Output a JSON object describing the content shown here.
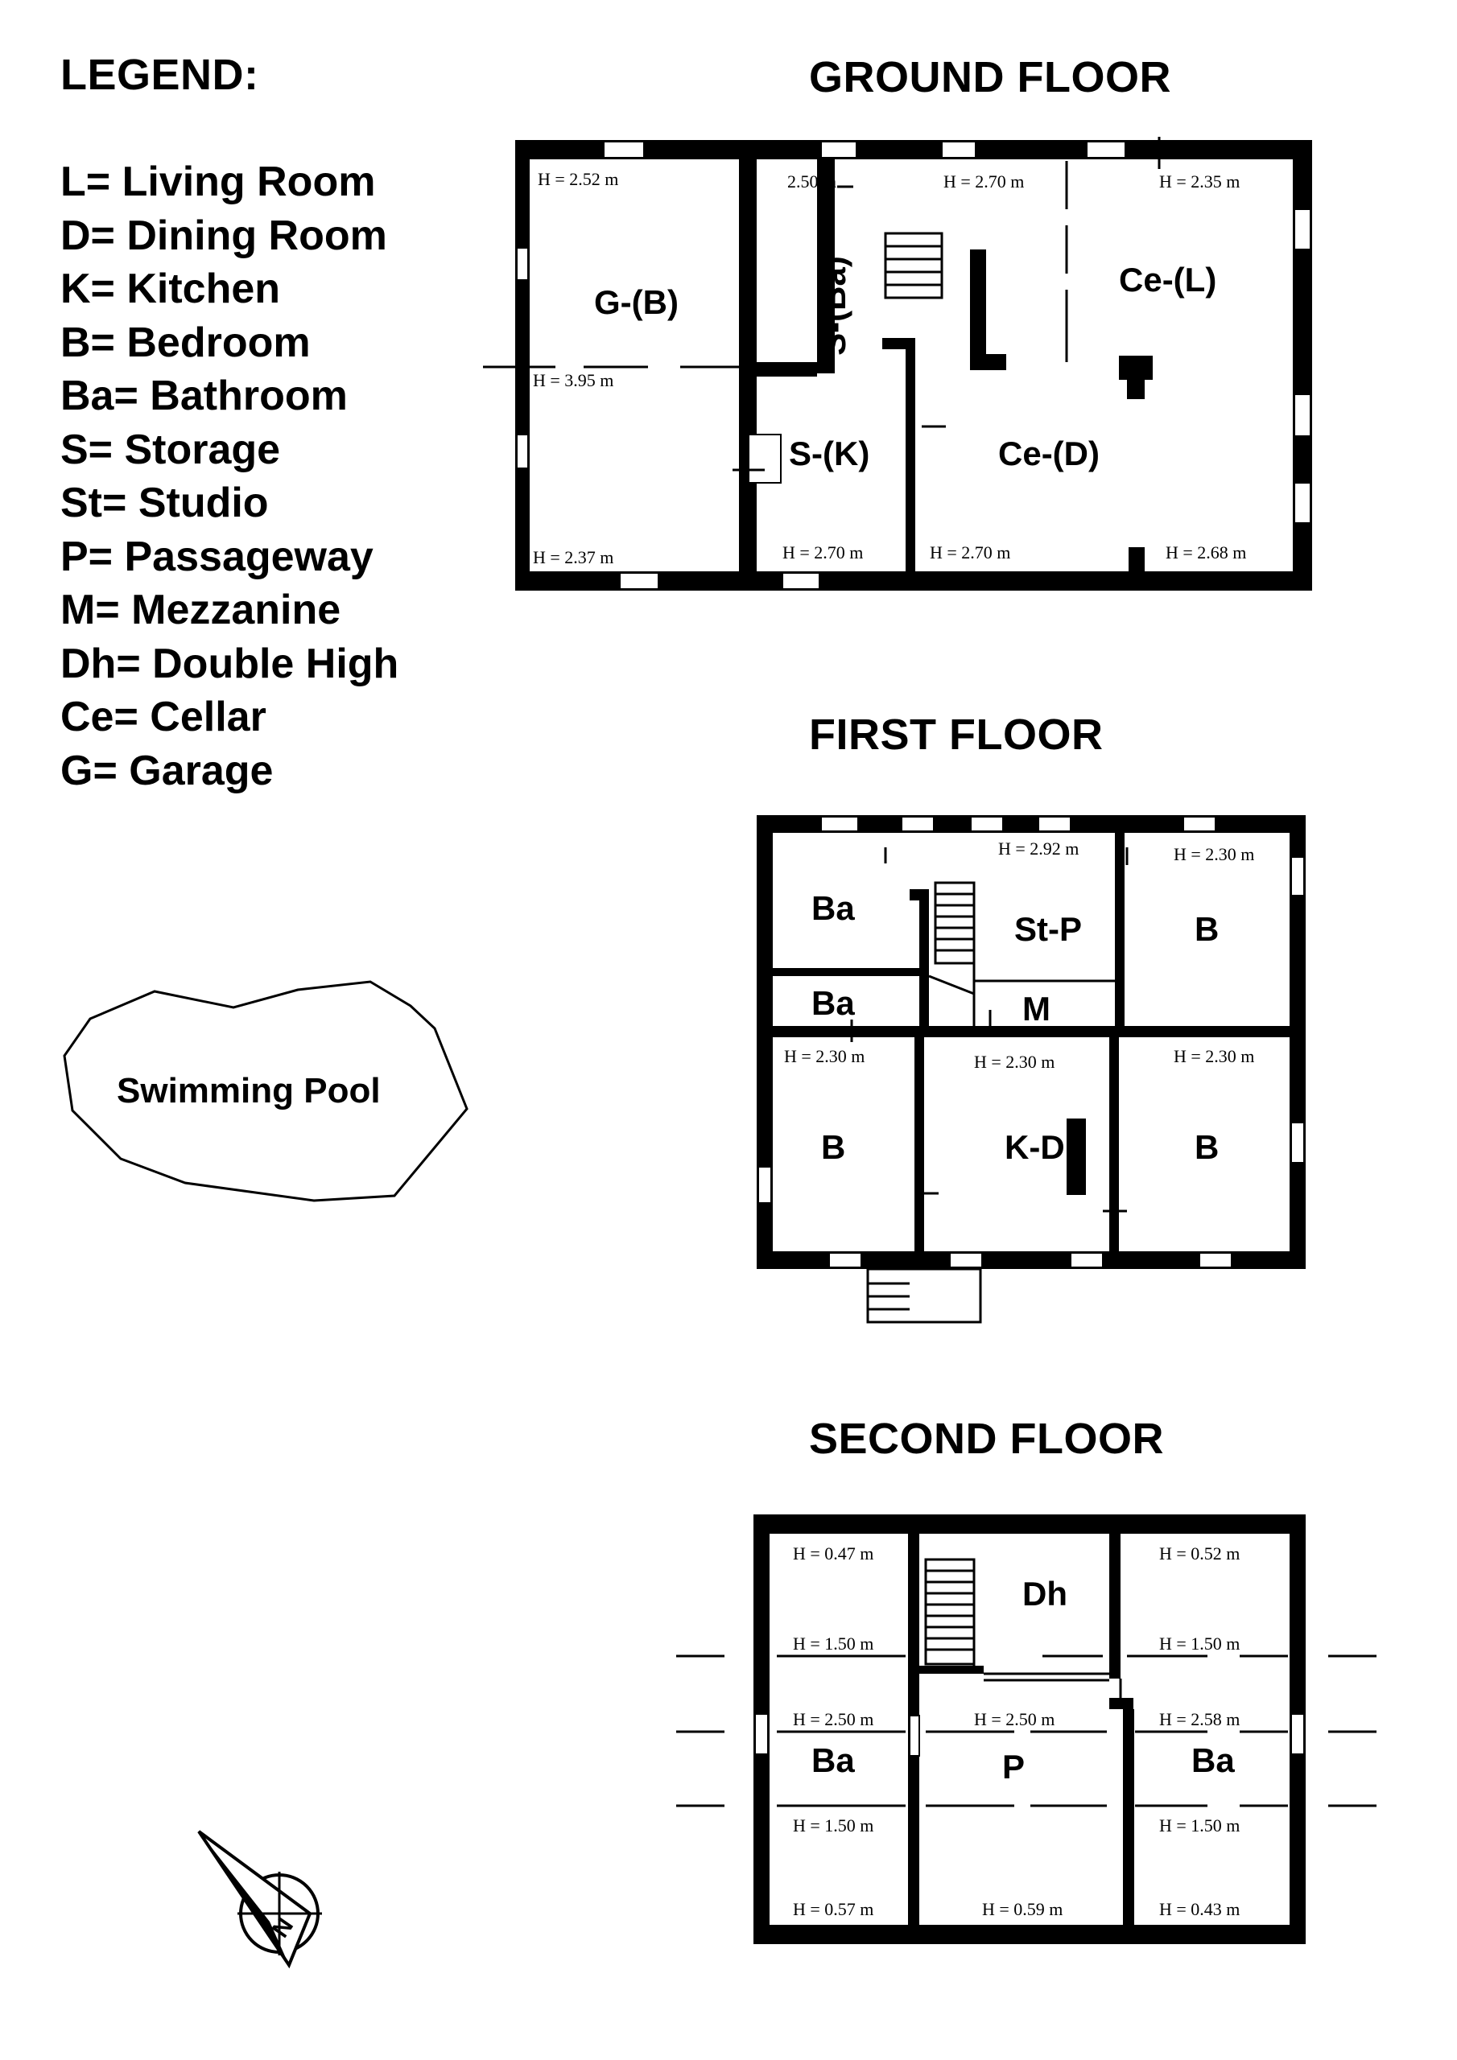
{
  "legend": {
    "title": "LEGEND:",
    "items": [
      "L= Living Room",
      "D= Dining Room",
      "K= Kitchen",
      "B= Bedroom",
      "Ba= Bathroom",
      "S= Storage",
      "St= Studio",
      "P= Passageway",
      "M= Mezzanine",
      "Dh= Double High",
      "Ce= Cellar",
      "G= Garage"
    ]
  },
  "pool": {
    "label": "Swimming Pool"
  },
  "compass": {
    "letter": "N"
  },
  "ground_floor": {
    "title": "GROUND FLOOR",
    "rooms": {
      "garage": "G-(B)",
      "storage_bath": "S-(Ba)",
      "storage_kitchen": "S-(K)",
      "cellar_living": "Ce-(L)",
      "cellar_dining": "Ce-(D)"
    },
    "heights": {
      "garage_top": "H = 2.52 m",
      "garage_mid": "H = 3.95 m",
      "garage_bottom": "H = 2.37 m",
      "storage_bath": "2.50 m",
      "stair": "H = 2.70 m",
      "living": "H = 2.35 m",
      "storage_kitchen": "H = 2.70 m",
      "dining_left": "H = 2.70 m",
      "dining_right": "H = 2.68 m"
    }
  },
  "first_floor": {
    "title": "FIRST FLOOR",
    "rooms": {
      "bath_top": "Ba",
      "bath_mid": "Ba",
      "studio": "St-P",
      "mezzanine": "M",
      "bed_top_right": "B",
      "bed_left": "B",
      "kitchen_dining": "K-D",
      "bed_right": "B"
    },
    "heights": {
      "studio": "H = 2.92 m",
      "bed_top_right": "H = 2.30 m",
      "bed_left": "H = 2.30 m",
      "kitchen_dining": "H = 2.30 m",
      "bed_right": "H = 2.30 m"
    }
  },
  "second_floor": {
    "title": "SECOND FLOOR",
    "rooms": {
      "double_high": "Dh",
      "bath_left": "Ba",
      "passage": "P",
      "bath_right": "Ba"
    },
    "heights": {
      "left_top": "H = 0.47 m",
      "left_150a": "H = 1.50 m",
      "left_250": "H = 2.50 m",
      "left_150b": "H = 1.50 m",
      "left_bottom": "H = 0.57 m",
      "mid_250": "H = 2.50 m",
      "mid_bottom": "H = 0.59 m",
      "right_top": "H = 0.52 m",
      "right_150a": "H = 1.50 m",
      "right_258": "H = 2.58 m",
      "right_150b": "H = 1.50 m",
      "right_bottom": "H = 0.43 m"
    }
  }
}
